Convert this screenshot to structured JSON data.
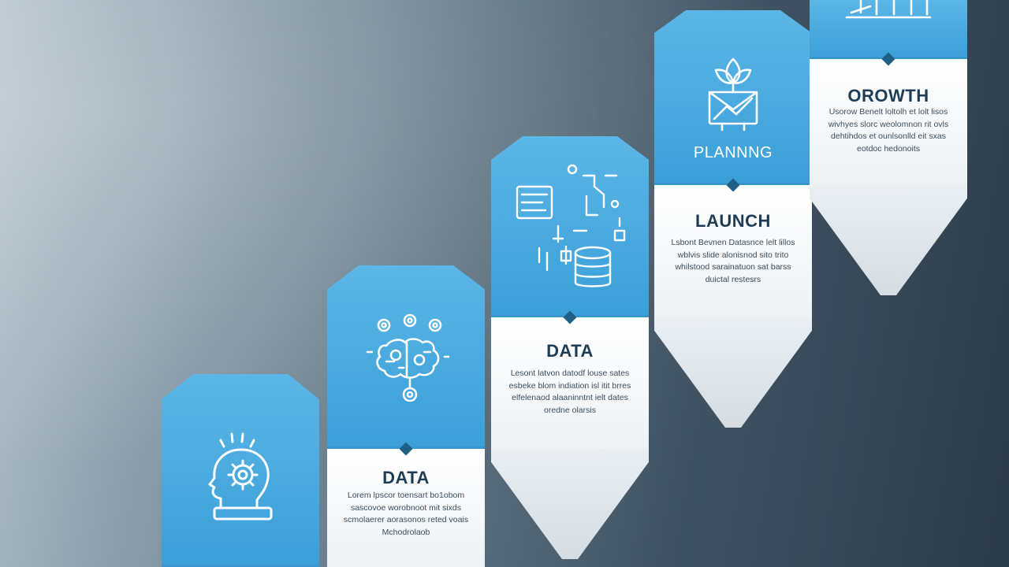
{
  "steps": [
    {
      "title": "",
      "head_label": "",
      "body": "",
      "icon": "head-gear-icon"
    },
    {
      "title": "DATA",
      "head_label": "",
      "body": "Lorem lpscor toensart bo1obom sascovoe worobnoot mit sixds scmolaerer aorasonos reted voais Mchodrolaob",
      "icon": "brain-gears-icon"
    },
    {
      "title": "DATA",
      "head_label": "",
      "body": "Lesont latvon datodf louse sates esbeke blom indiation isl itit brres elfelenaod alaaninntnt ielt dates oredne olarsis",
      "icon": "database-network-icon"
    },
    {
      "title": "LAUNCH",
      "head_label": "PLANNNG",
      "body": "Lsbont Bevnen Datasnce lelt lillos wblvis slide alonisnod sito trito whilstood sarainatuon sat barss duictal restesrs",
      "icon": "sprout-chart-icon"
    },
    {
      "title": "OROWTH",
      "head_label": "",
      "body": "Usorow Benelt loltolh et lolt lisos wivhyes slorc weolomnon rit ovls dehtihdos et ounlsonlld eit sxas eotdoc hedonoits",
      "icon": "bar-chart-icon"
    }
  ],
  "colors": {
    "accent_blue": "#3a9fd8",
    "card_white": "#ffffff",
    "title_navy": "#1e3d55",
    "background_dark": "#2c3b4a"
  }
}
